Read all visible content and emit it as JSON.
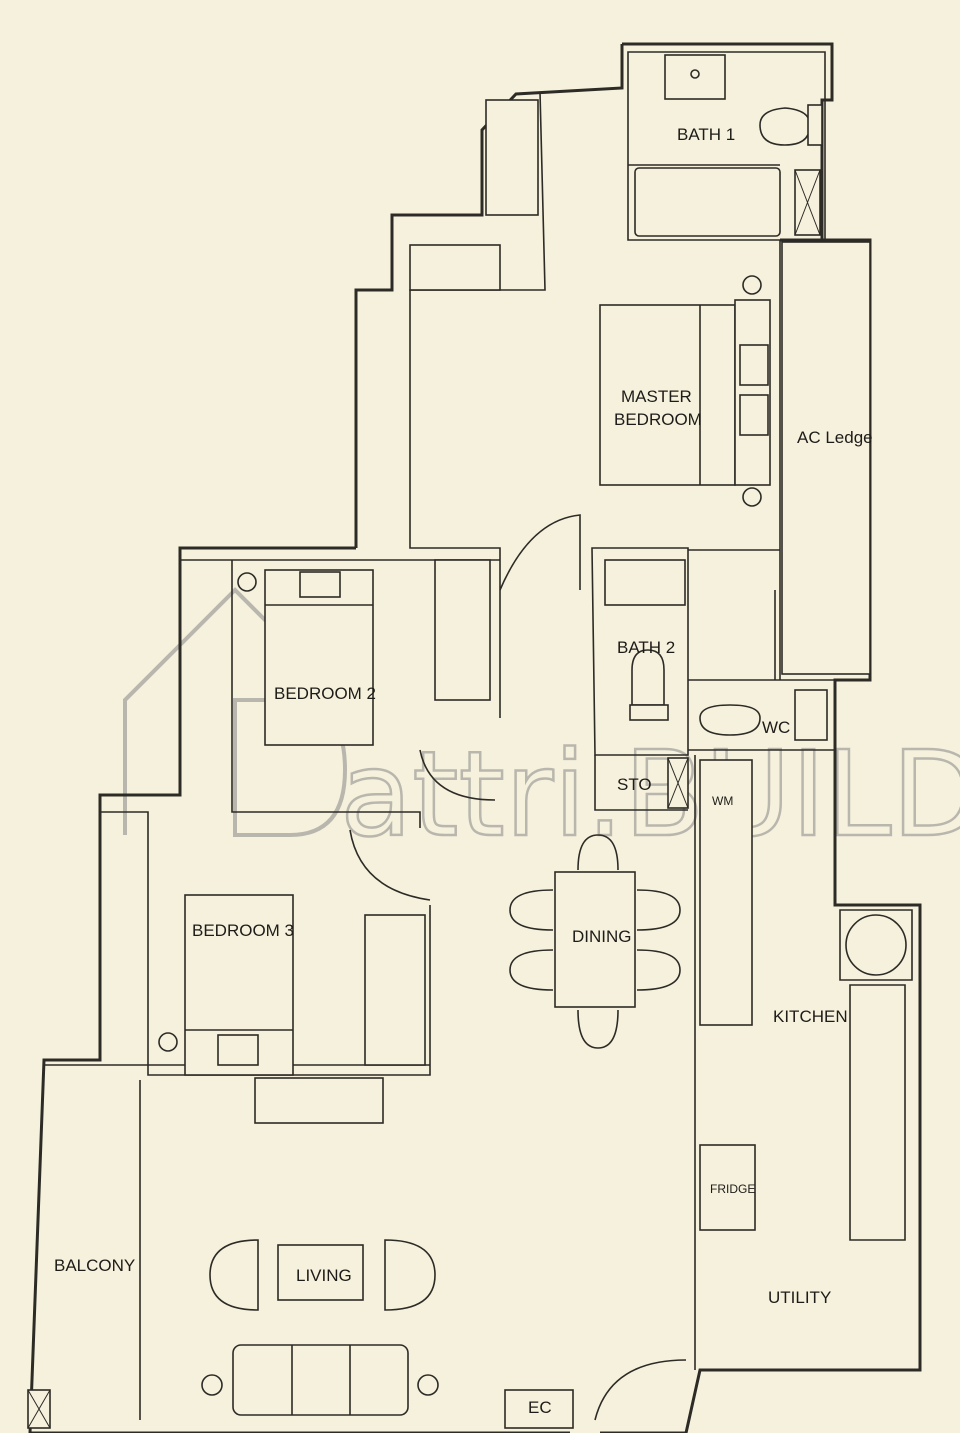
{
  "rooms": {
    "bath1": "BATH 1",
    "master": [
      "MASTER",
      "BEDROOM"
    ],
    "ac_ledge": "AC Ledge",
    "bedroom2": "BEDROOM 2",
    "bath2": "BATH 2",
    "wc": "WC",
    "sto": "STO",
    "wm": "WM",
    "bedroom3": "BEDROOM 3",
    "dining": "DINING",
    "kitchen": "KITCHEN",
    "fridge": "FRIDGE",
    "balcony": "BALCONY",
    "living": "LIVING",
    "utility": "UTILITY",
    "ec": "EC"
  },
  "watermark": "attri.BUILD",
  "colors": {
    "paper": "#f6f1dd",
    "ink": "#2d2b26",
    "watermark": "#b9b6ad"
  }
}
